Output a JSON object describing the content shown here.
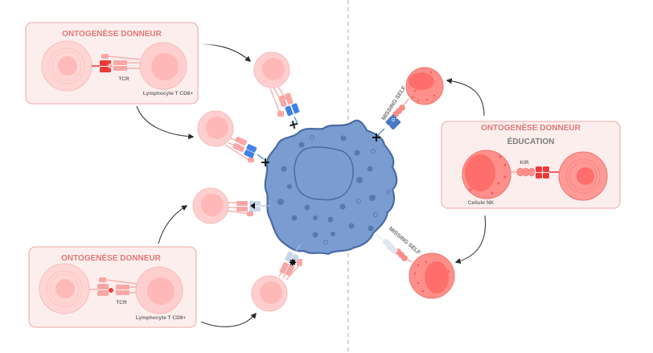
{
  "colors": {
    "box_fill": "#fdeeee",
    "box_stroke": "#f2b6b6",
    "title_text": "#e07a78",
    "label_text": "#707070",
    "tcell_fill": "#ffcfcf",
    "tcell_nucleus": "#ffb8b8",
    "nk_fill": "#ff8f8a",
    "nk_nucleus": "#ff6e6a",
    "target_fill": "#7a9cd0",
    "target_stroke": "#4a6ba3",
    "divider": "#bfbfc8",
    "receptor_red": "#f03a3a",
    "receptor_blue": "#3e82e6",
    "receptor_pale": "#c9d6ea"
  },
  "boxes": {
    "top_left": {
      "title": "ONTOGENÈSE DONNEUR",
      "receptor_label": "TCR",
      "cell_label": "Lymphocyte T CD8+"
    },
    "bottom_left": {
      "title": "ONTOGENÈSE DONNEUR",
      "receptor_label": "TCR",
      "cell_label": "Lymphocyte T CD8+"
    },
    "right": {
      "title": "ONTOGENÈSE DONNEUR",
      "subtitle": "ÉDUCATION",
      "receptor_label": "KIR",
      "cell_label": "Cellule NK"
    }
  },
  "labels": {
    "missing_self_top": "MISSING SELF",
    "missing_self_bottom": "MISSING SELF"
  },
  "icons": {
    "block_mark": "cross-icon",
    "activation_mark": "star-burst-icon",
    "inhibition_mark": "arrowhead-icon"
  }
}
